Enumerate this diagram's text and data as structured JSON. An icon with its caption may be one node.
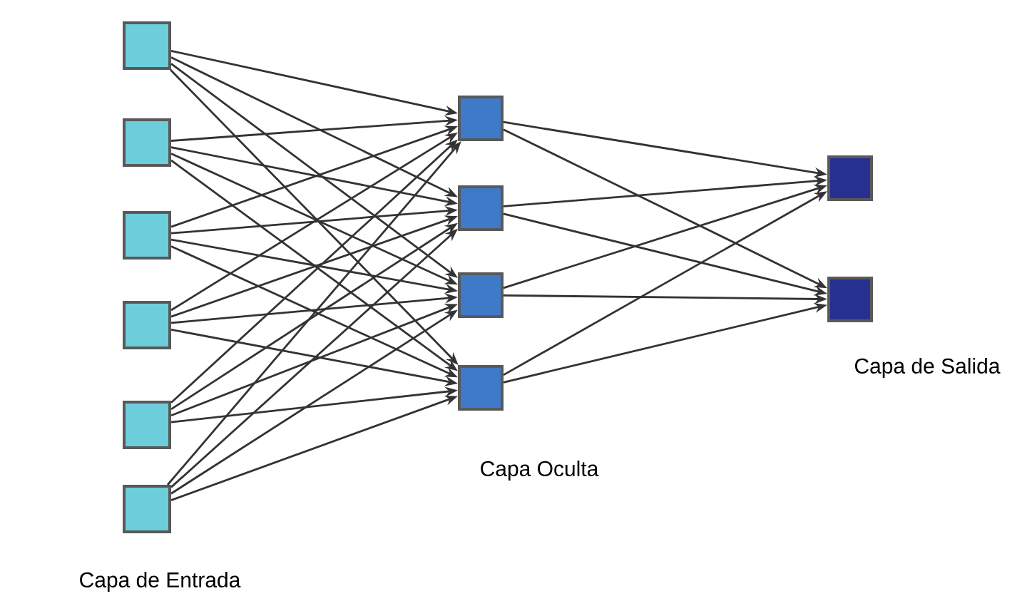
{
  "diagram": {
    "nodes": [
      {
        "text": [],
        "shape": "box"
      },
      {
        "text": [],
        "shape": "box"
      },
      {
        "text": [],
        "shape": "box"
      },
      {
        "text": [],
        "shape": "box"
      },
      {
        "text": [],
        "shape": "box"
      },
      {
        "text": [],
        "shape": "box"
      },
      {
        "text": [],
        "shape": "box"
      },
      {
        "text": [],
        "shape": "box"
      },
      {
        "text": [],
        "shape": "box"
      },
      {
        "text": [],
        "shape": "box"
      },
      {
        "text": [],
        "shape": "box"
      },
      {
        "text": [],
        "shape": "box"
      }
    ],
    "edges": [
      {
        "from": 0,
        "to": 6,
        "arrow": "to"
      },
      {
        "from": 0,
        "to": 7,
        "arrow": "to"
      },
      {
        "from": 0,
        "to": 8,
        "arrow": "to"
      },
      {
        "from": 0,
        "to": 9,
        "arrow": "to"
      },
      {
        "from": 1,
        "to": 6,
        "arrow": "to"
      },
      {
        "from": 1,
        "to": 7,
        "arrow": "to"
      },
      {
        "from": 1,
        "to": 8,
        "arrow": "to"
      },
      {
        "from": 1,
        "to": 9,
        "arrow": "to"
      },
      {
        "from": 2,
        "to": 6,
        "arrow": "to"
      },
      {
        "from": 2,
        "to": 7,
        "arrow": "to"
      },
      {
        "from": 2,
        "to": 8,
        "arrow": "to"
      },
      {
        "from": 2,
        "to": 9,
        "arrow": "to"
      },
      {
        "from": 3,
        "to": 6,
        "arrow": "to"
      },
      {
        "from": 3,
        "to": 7,
        "arrow": "to"
      },
      {
        "from": 3,
        "to": 8,
        "arrow": "to"
      },
      {
        "from": 3,
        "to": 9,
        "arrow": "to"
      },
      {
        "from": 4,
        "to": 6,
        "arrow": "to"
      },
      {
        "from": 4,
        "to": 7,
        "arrow": "to"
      },
      {
        "from": 4,
        "to": 8,
        "arrow": "to"
      },
      {
        "from": 4,
        "to": 9,
        "arrow": "to"
      },
      {
        "from": 5,
        "to": 6,
        "arrow": "to"
      },
      {
        "from": 5,
        "to": 7,
        "arrow": "to"
      },
      {
        "from": 5,
        "to": 8,
        "arrow": "to"
      },
      {
        "from": 5,
        "to": 9,
        "arrow": "to"
      },
      {
        "from": 6,
        "to": 10,
        "arrow": "to"
      },
      {
        "from": 6,
        "to": 11,
        "arrow": "to"
      },
      {
        "from": 7,
        "to": 10,
        "arrow": "to"
      },
      {
        "from": 7,
        "to": 11,
        "arrow": "to"
      },
      {
        "from": 8,
        "to": 10,
        "arrow": "to"
      },
      {
        "from": 8,
        "to": 11,
        "arrow": "to"
      },
      {
        "from": 9,
        "to": 10,
        "arrow": "to"
      },
      {
        "from": 9,
        "to": 11,
        "arrow": "to"
      }
    ],
    "labels": [
      "Capa de Salida",
      "Capa Oculta",
      "Capa de Entrada"
    ]
  }
}
